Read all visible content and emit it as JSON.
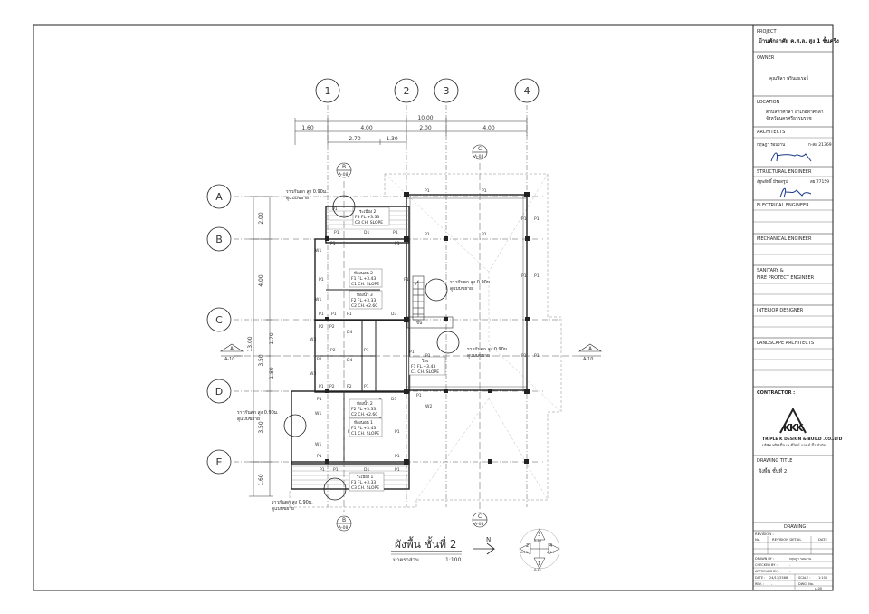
{
  "title_block": {
    "project_label": "PROJECT",
    "project_name": "บ้านพักอาศัย ค.ส.ล. สูง 1 ชั้นครึ่ง",
    "owner_label": "OWNER",
    "owner_name": "คุณฟิลา พรินเยเรอร์",
    "location_label": "LOCATION",
    "location_line1": "ตำบลท่าศาลา อำเภอท่าศาลา",
    "location_line2": "จังหวัดนครศรีธรรมราช",
    "architects_label": "ARCHITECTS",
    "architect_name": "กฤษฎา รอบงาน",
    "architect_license": "ก-สถ 21369",
    "structural_label": "STRUCTURAL ENGINEER",
    "structural_name": "อัฐพลีทธิ์ มีรอดรูป",
    "structural_license": "สย 77159",
    "electrical_label": "ELECTRICAL ENGINEER",
    "mechanical_label": "MECHANICAL ENGINEER",
    "sanitary_label1": "SANITARY &",
    "sanitary_label2": "FIRE PROTECT ENGINEER",
    "interior_label": "INTERIOR DESIGNER",
    "landscape_label": "LANDSCAPE ARCHITECTS",
    "contractor_label": "CONTRACTOR :",
    "company_name": "TRIPLE K DESIGN & BUILD .CO.,LTD",
    "company_name_th": "บริษัท ทริปเปิ้ล เค ดีไซน์ แอนด์ บิ้ว จำกัด",
    "drawing_title_label": "DRAWING TITLE",
    "drawing_title": "ผังพื้น ชั้นที่ 2",
    "drawing_label": "DRAWING",
    "revision_label": "REVISION :",
    "rev_no": "No.",
    "rev_detail": "REVISION DETAIL",
    "rev_date": "DATE",
    "drawn_by": "DRAWN BY :",
    "drawn_name": "กฤษฎา  รอบงาน",
    "checked_by": "CHECKED BY :",
    "approved_by": "APPROVED BY :",
    "date_label": "DATE :",
    "date_value": "24/11/2568",
    "scale_label": "SCALE :",
    "scale_value": "1:100",
    "rev_label": "REV. :",
    "rev_value": "-",
    "dwg_label": "DWG. No.",
    "dwg_value": "A-00",
    "dash": "-"
  },
  "plan": {
    "title": "ผังพื้น ชั้นที่ 2",
    "scale_label": "มาตราส่วน",
    "scale": "1:100",
    "column_labels": [
      "1",
      "2",
      "3",
      "4"
    ],
    "row_labels": [
      "A",
      "B",
      "C",
      "D",
      "E"
    ],
    "dims_top_total": "10.00",
    "dims_top": [
      "1.60",
      "4.00",
      "2.00",
      "4.00"
    ],
    "dims_top2": [
      "2.70",
      "1.30"
    ],
    "dims_left_total": "13.00",
    "dims_left": [
      "2.00",
      "4.00",
      "1.70",
      "3.50",
      "1.80",
      "3.50",
      "1.60"
    ],
    "section_a": "A",
    "section_b": "B",
    "section_c": "C",
    "section_ref_a": "A-10",
    "section_ref_bc": "A-08",
    "rail_note": "ราวกันตก สูง 0.90ม.",
    "rail_note2": "ดูแบบขยาย",
    "rooms": [
      {
        "name": "ระเบียง 2",
        "f": "F3  FL.+3.33",
        "c": "C3  CH. SLOPE"
      },
      {
        "name": "ห้องนอน 2",
        "f": "F1  FL.+3.43",
        "c": "C1  CH. SLOPE"
      },
      {
        "name": "ห้องน้ำ 3",
        "f": "F2  FL.+3.33",
        "c": "C2  CH.+2.60"
      },
      {
        "name": "โถง",
        "f": "F1  FL.+3.43",
        "c": "C1  CH. SLOPE"
      },
      {
        "name": "ห้องน้ำ 2",
        "f": "F2  FL.+3.33",
        "c": "C2  CH.+2.60"
      },
      {
        "name": "ห้องนอน 1",
        "f": "F1  FL.+3.43",
        "c": "C1  CH. SLOPE"
      },
      {
        "name": "ระเบียง 1",
        "f": "F3  FL.+3.33",
        "c": "C3  CH. SLOPE"
      }
    ],
    "tags": {
      "p1": "P1",
      "p2": "P2",
      "d1": "D1",
      "d3": "D3",
      "d4": "D4",
      "w1": "W1",
      "w2": "W2",
      "w3": "W3",
      "up": "ขึ้น",
      "north": "N"
    },
    "key_numbers": [
      "3",
      "2",
      "4",
      "1"
    ],
    "key_refs": [
      "A-13",
      "A-12",
      "A-14",
      "A-11"
    ]
  }
}
